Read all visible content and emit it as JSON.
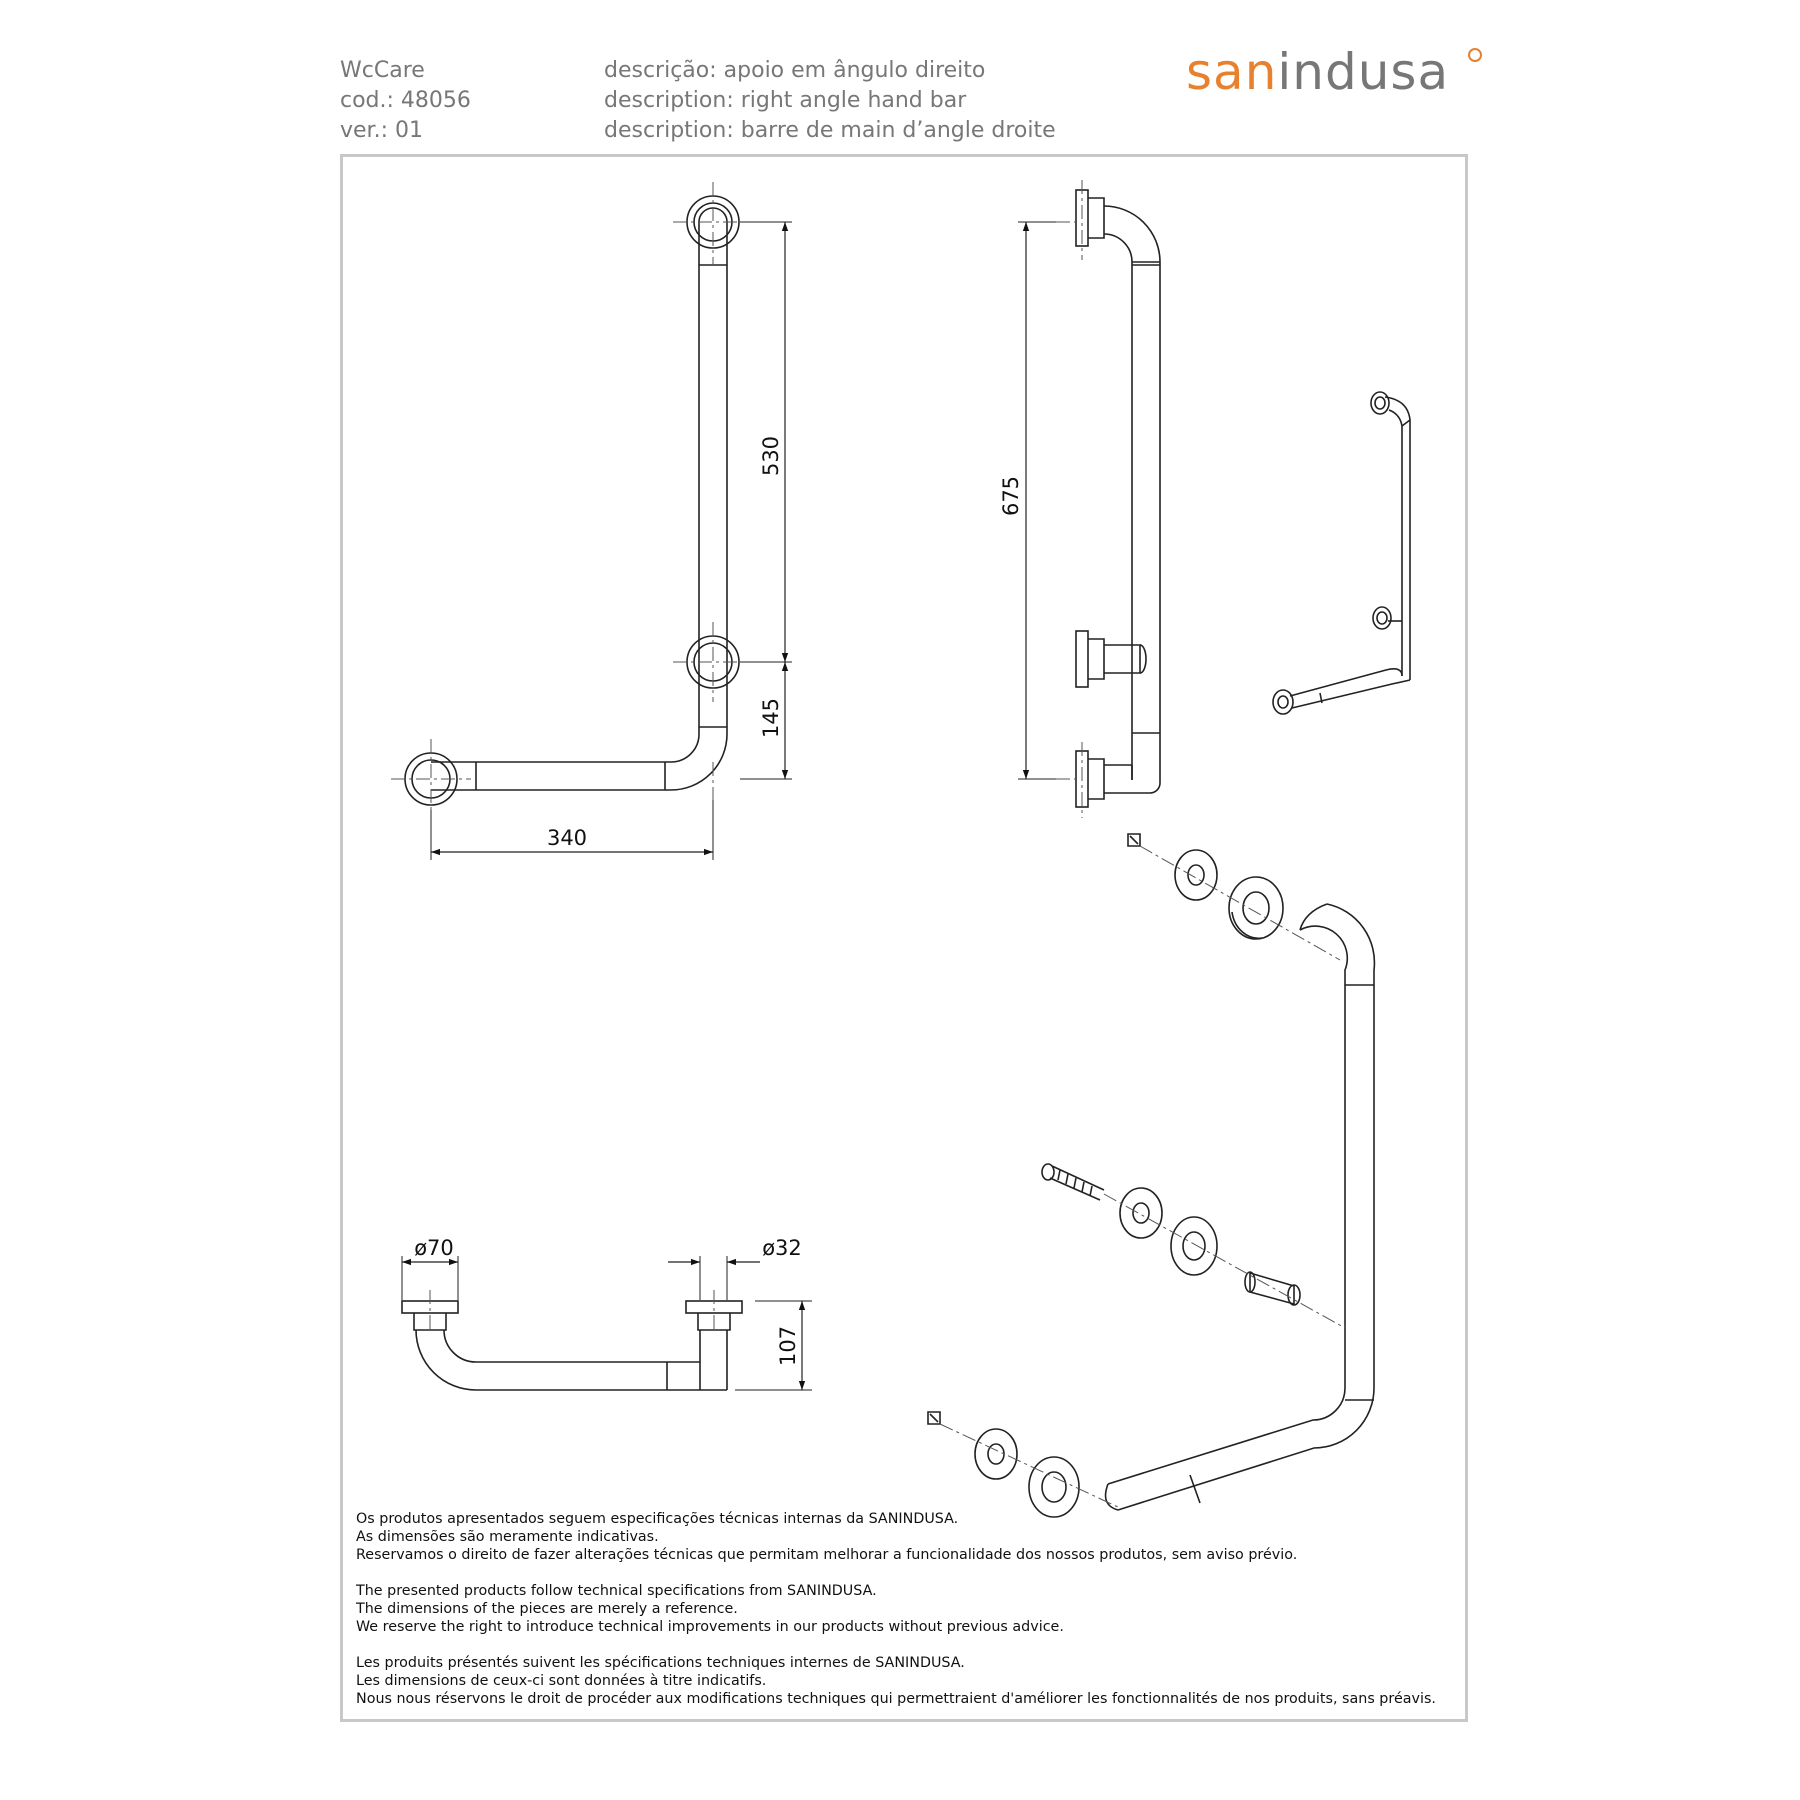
{
  "header": {
    "product_line": "WcCare",
    "code": "cod.: 48056",
    "version": "ver.: 01",
    "desc_pt": "descrição: apoio em ângulo direito",
    "desc_en": "description: right angle hand bar",
    "desc_fr": "description: barre de main d’angle droite"
  },
  "logo": {
    "part1": "san",
    "part2": "indusa",
    "accent_color": "#e8812e",
    "text_color": "#777777"
  },
  "dimensions": {
    "front_height_upper": "530",
    "front_height_lower": "145",
    "front_width": "340",
    "side_height": "675",
    "top_flange_diameter": "ø70",
    "top_tube_diameter": "ø32",
    "top_depth": "107"
  },
  "notes": {
    "pt": [
      "Os produtos apresentados seguem especificações técnicas internas da SANINDUSA.",
      "As dimensões são meramente indicativas.",
      "Reservamos o direito de fazer alterações técnicas que permitam melhorar a funcionalidade dos nossos produtos, sem aviso prévio."
    ],
    "en": [
      "The presented products follow technical specifications from SANINDUSA.",
      "The dimensions of the pieces are merely a reference.",
      "We reserve the right to introduce technical improvements in our products without previous advice."
    ],
    "fr": [
      "Les produits présentés suivent les spécifications techniques internes de SANINDUSA.",
      "Les dimensions de ceux-ci sont données à titre indicatifs.",
      "Nous nous réservons le droit de procéder aux modifications techniques qui permettraient d'améliorer les fonctionnalités de nos produits, sans préavis."
    ]
  }
}
